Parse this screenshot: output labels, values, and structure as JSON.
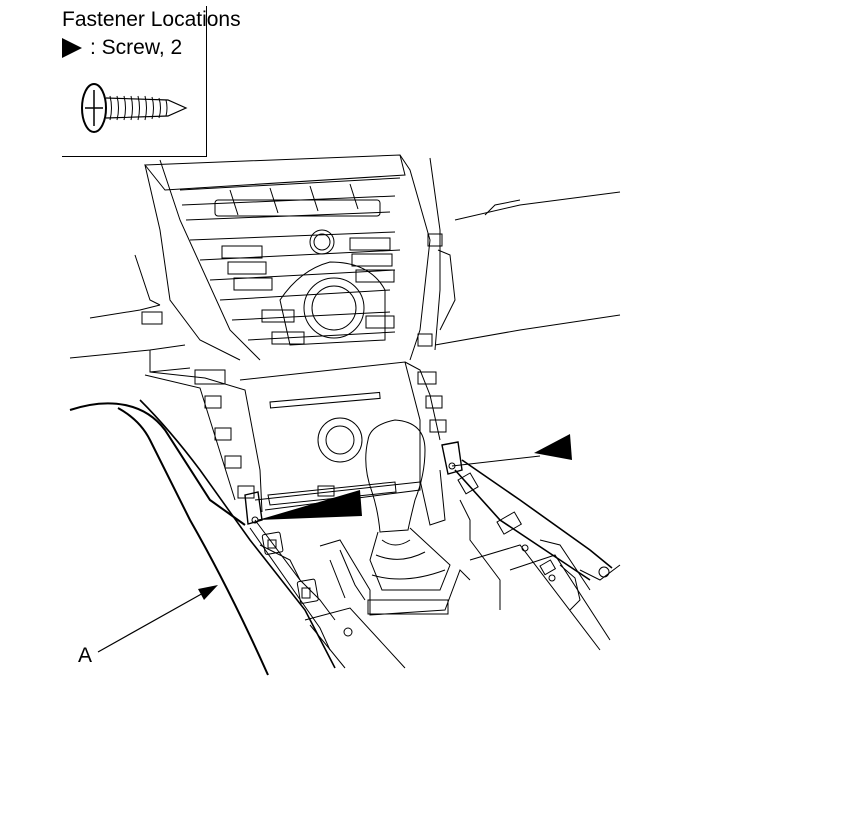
{
  "legend": {
    "title": "Fastener Locations",
    "fastener_label": ": Screw, 2",
    "fastener_icon": "screw-icon",
    "marker_icon": "triangle-pointer-icon"
  },
  "callouts": {
    "a_label": "A"
  },
  "colors": {
    "line": "#000000",
    "background": "#ffffff"
  }
}
